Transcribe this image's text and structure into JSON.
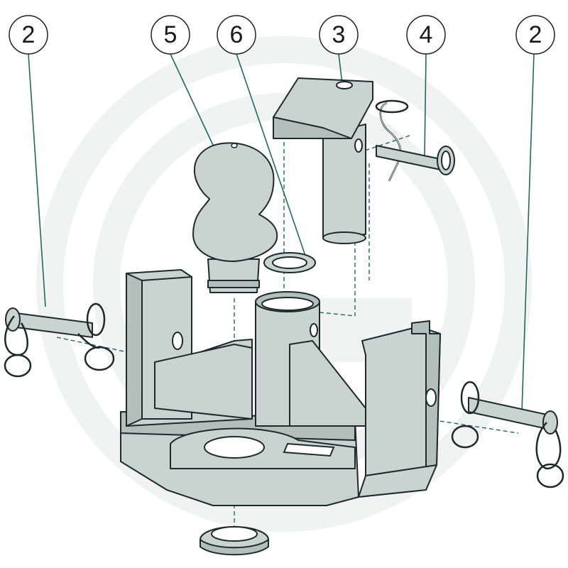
{
  "colors": {
    "part_fill": "#c9d3d0",
    "part_shade": "#b3bfbb",
    "leader": "#1f6b5a"
  },
  "callouts": [
    {
      "id": "c2-left",
      "label": "2"
    },
    {
      "id": "c5",
      "label": "5"
    },
    {
      "id": "c6",
      "label": "6"
    },
    {
      "id": "c3",
      "label": "3"
    },
    {
      "id": "c4",
      "label": "4"
    },
    {
      "id": "c2-right",
      "label": "2"
    }
  ]
}
